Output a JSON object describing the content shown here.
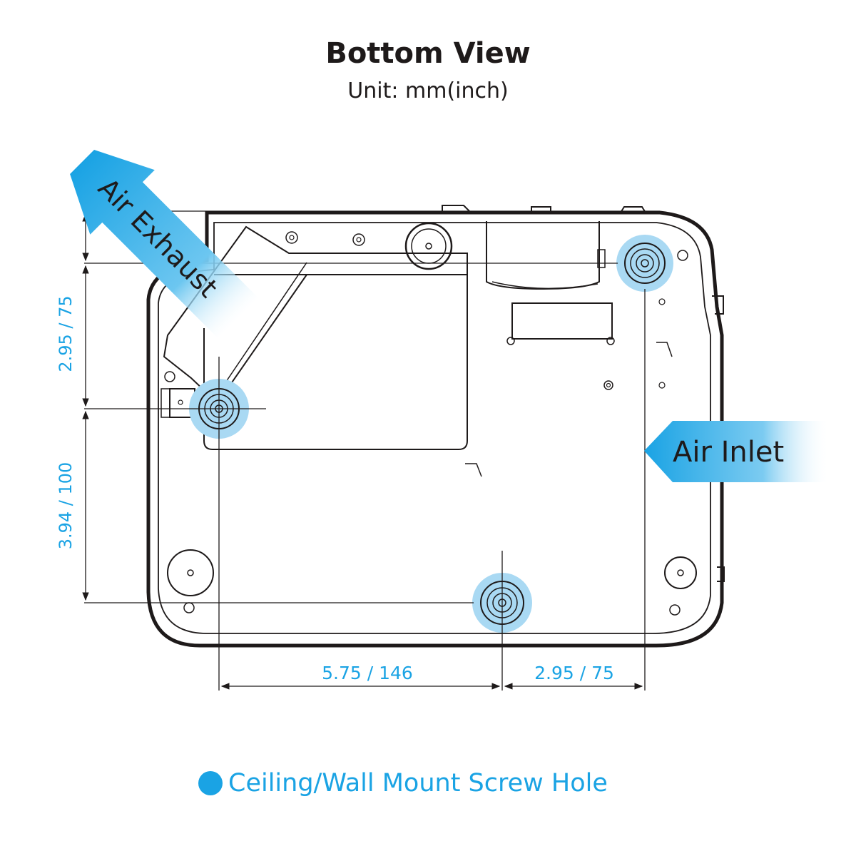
{
  "header": {
    "title": "Bottom View",
    "subtitle": "Unit: mm(inch)"
  },
  "labels": {
    "air_exhaust": "Air Exhaust",
    "air_inlet": "Air Inlet"
  },
  "dimensions": {
    "upper_vertical": "2.95 / 75",
    "lower_vertical": "3.94 / 100",
    "bottom_left": "5.75 / 146",
    "bottom_right": "2.95 / 75"
  },
  "legend": {
    "text": "Ceiling/Wall Mount Screw Hole"
  },
  "colors": {
    "accent": "#1aa3e4",
    "hole_halo": "#a9d9f3",
    "outline": "#1e1a1a"
  }
}
